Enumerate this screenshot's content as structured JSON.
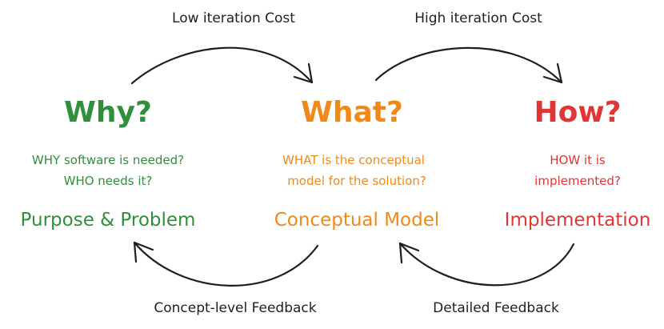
{
  "colors": {
    "why": "#2f8f3a",
    "what": "#ef8a1a",
    "how": "#e03636",
    "ink": "#1f1f1f"
  },
  "arrows": {
    "low_cost": "Low iteration Cost",
    "high_cost": "High iteration Cost",
    "concept_feedback": "Concept-level Feedback",
    "detailed_feedback": "Detailed Feedback"
  },
  "columns": {
    "why": {
      "heading": "Why?",
      "question_line1": "WHY software is needed?",
      "question_line2": "WHO needs it?",
      "concept": "Purpose & Problem"
    },
    "what": {
      "heading": "What?",
      "question_line1": "WHAT is the conceptual",
      "question_line2": "model for the solution?",
      "concept": "Conceptual Model"
    },
    "how": {
      "heading": "How?",
      "question_line1": "HOW it is",
      "question_line2": "implemented?",
      "concept": "Implementation"
    }
  }
}
